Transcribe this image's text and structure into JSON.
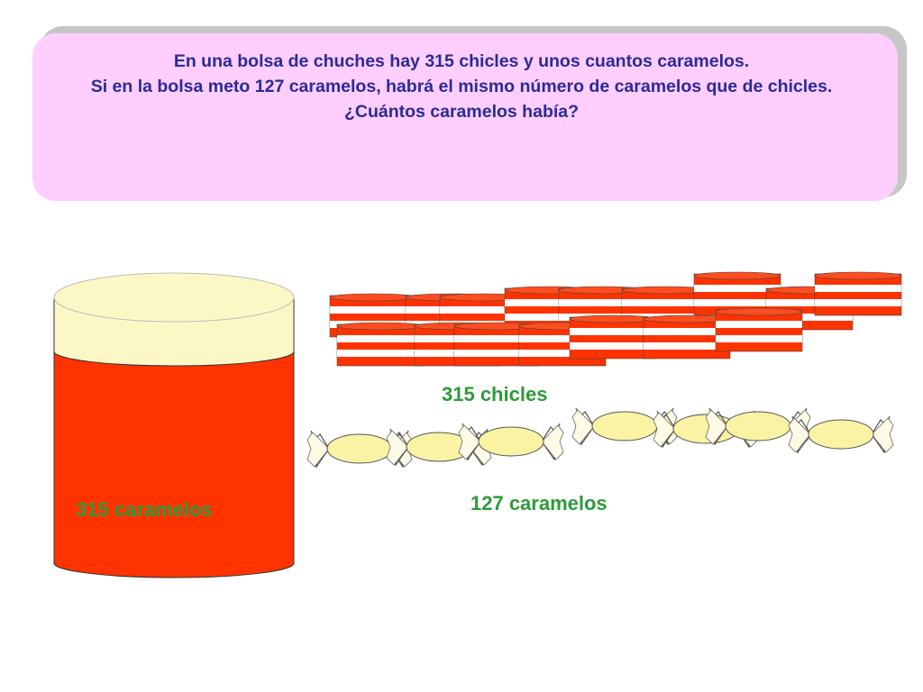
{
  "problem": {
    "line1": "En una bolsa de chuches hay 315 chicles y unos cuantos caramelos.",
    "line2": "Si en la bolsa meto 127 caramelos, habrá el mismo número de caramelos que de chicles.",
    "line3": "¿Cuántos caramelos había?"
  },
  "labels": {
    "chicles": "315 chicles",
    "caramelos_added": "127 caramelos",
    "caramelos_jar": "315 caramelos"
  },
  "colors": {
    "banner": "#fdcefe",
    "problem_text": "#2b2b96",
    "label_text": "#2e9a3a",
    "jar_body": "#ff3300",
    "jar_top": "#fcf8c6",
    "gum_red": "#ff3300",
    "candy_yellow": "#fbf3a4"
  },
  "icons": {
    "gum": "chicle-icon",
    "candy": "caramelo-icon",
    "jar": "jar-icon"
  }
}
